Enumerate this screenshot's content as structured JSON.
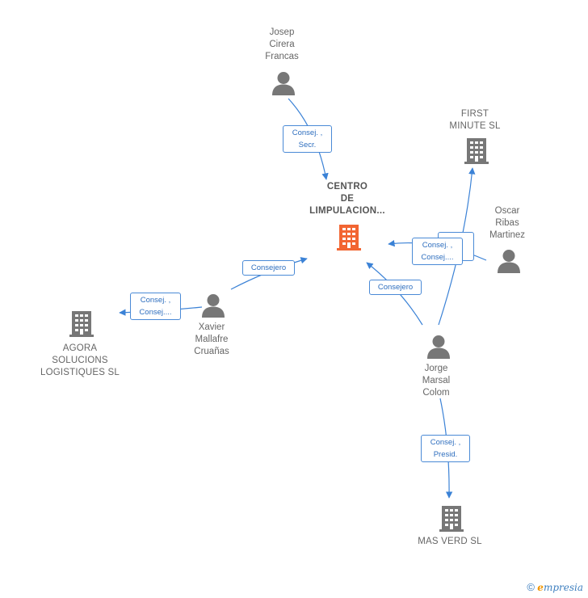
{
  "nodes": {
    "center": {
      "lines": [
        "CENTRO",
        "DE",
        "LIMPULACION..."
      ],
      "type": "company",
      "highlight": true
    },
    "josep": {
      "lines": [
        "Josep",
        "Cirera",
        "Francas"
      ],
      "type": "person"
    },
    "first_minute": {
      "lines": [
        "FIRST",
        "MINUTE SL"
      ],
      "type": "company"
    },
    "oscar": {
      "lines": [
        "Oscar",
        "Ribas",
        "Martinez"
      ],
      "type": "person"
    },
    "xavier": {
      "lines": [
        "Xavier",
        "Mallafre",
        "Cruañas"
      ],
      "type": "person"
    },
    "agora": {
      "lines": [
        "AGORA",
        "SOLUCIONS",
        "LOGISTIQUES SL"
      ],
      "type": "company"
    },
    "jorge": {
      "lines": [
        "Jorge",
        "Marsal",
        "Colom"
      ],
      "type": "person"
    },
    "mas_verd": {
      "lines": [
        "MAS VERD SL"
      ],
      "type": "company"
    }
  },
  "edges": {
    "josep_center": {
      "lines": [
        "Consej. ,",
        "Secr."
      ]
    },
    "oscar_center": {
      "lines": [
        "Consej. ,",
        "Consej...."
      ]
    },
    "jorge_center": {
      "lines": [
        "Consejero"
      ]
    },
    "xavier_center": {
      "lines": [
        "Consejero"
      ]
    },
    "xavier_agora": {
      "lines": [
        "Consej. ,",
        "Consej...."
      ]
    },
    "jorge_mas_verd": {
      "lines": [
        "Consej. ,",
        "Presid."
      ]
    }
  },
  "colors": {
    "company": "#777777",
    "company_highlight": "#f26532",
    "person": "#777777",
    "edge": "#3b82d6"
  },
  "icons": {
    "company": "building-icon",
    "person": "person-icon"
  },
  "brand": {
    "copyright": "©",
    "initial": "e",
    "rest": "mpresia"
  }
}
